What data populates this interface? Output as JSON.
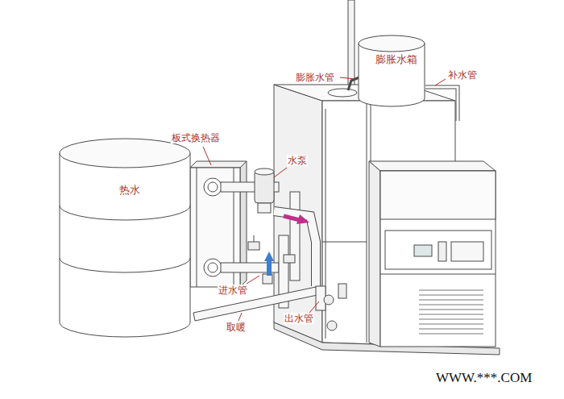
{
  "diagram": {
    "nodes": [
      {
        "text": [
          "热水"
        ]
      },
      {
        "text": [
          "膨胀水箱"
        ]
      }
    ],
    "labels": [
      "膨胀水管",
      "补水管",
      "板式换热器",
      "水泵",
      "进水管",
      "取暖",
      "出水管",
      "WWW.***.COM"
    ]
  }
}
